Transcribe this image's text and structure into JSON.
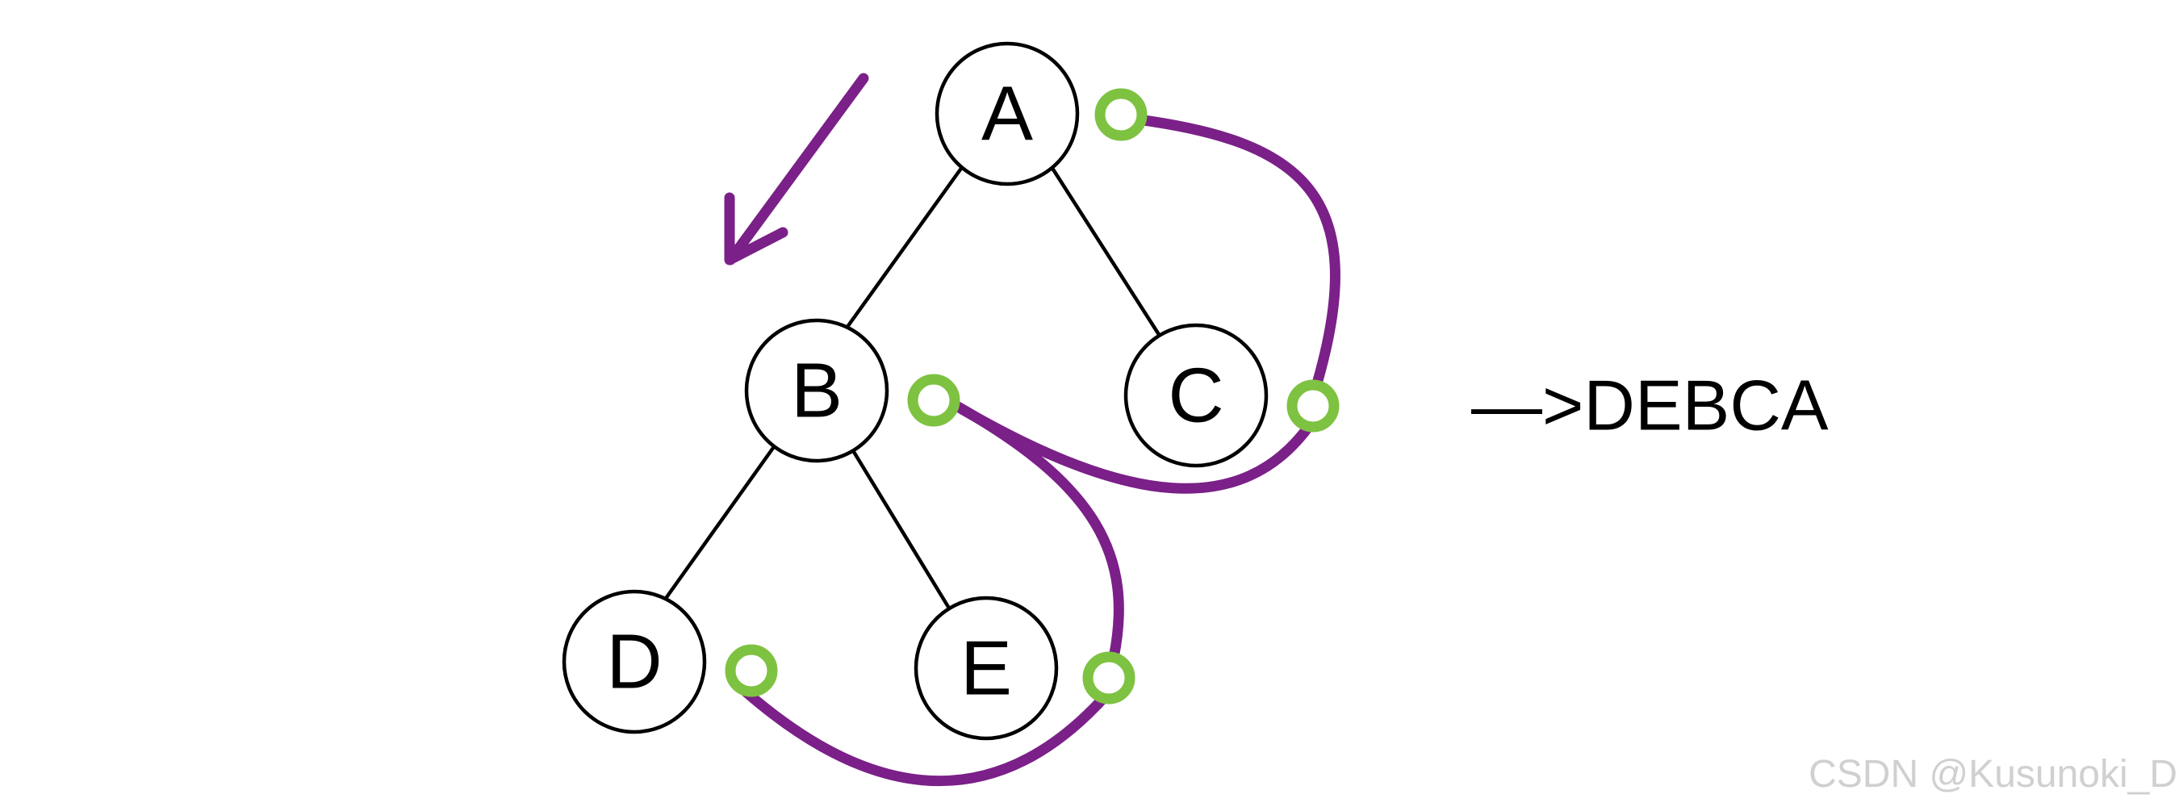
{
  "colors": {
    "trace": "#7b2088",
    "marker": "#7ec241",
    "watermark": "#d0d0d0",
    "text": "#000000"
  },
  "tree": {
    "nodes": [
      {
        "id": "A",
        "label": "A"
      },
      {
        "id": "B",
        "label": "B"
      },
      {
        "id": "C",
        "label": "C"
      },
      {
        "id": "D",
        "label": "D"
      },
      {
        "id": "E",
        "label": "E"
      }
    ],
    "edges": [
      {
        "from": "A",
        "to": "B"
      },
      {
        "from": "A",
        "to": "C"
      },
      {
        "from": "B",
        "to": "D"
      },
      {
        "from": "B",
        "to": "E"
      }
    ]
  },
  "traversal": {
    "visit_markers": [
      "D",
      "E",
      "B",
      "C",
      "A"
    ],
    "direction_icon": "arrow-down-left-icon"
  },
  "result": {
    "text": "—>DEBCA"
  },
  "watermark": {
    "text": "CSDN @Kusunoki_D"
  }
}
